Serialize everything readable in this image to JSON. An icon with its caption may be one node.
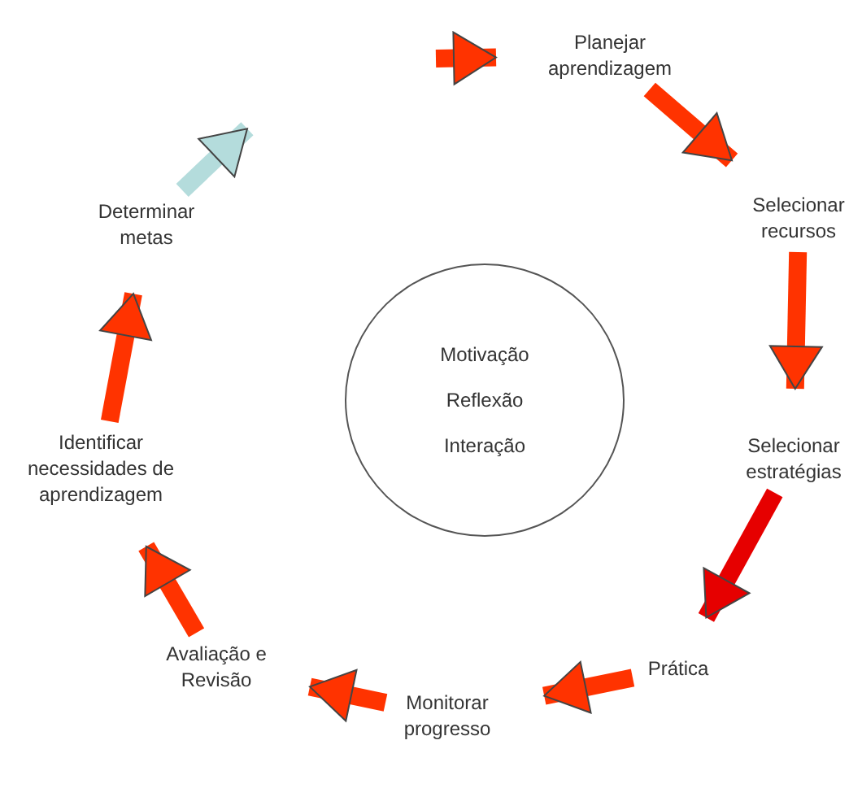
{
  "diagram": {
    "nodes": [
      {
        "text": [
          "Planejar aprendizagem"
        ]
      },
      {
        "text": [
          "Selecionar recursos"
        ]
      },
      {
        "text": [
          "Selecionar estratégias"
        ]
      },
      {
        "text": [
          "Prática"
        ]
      },
      {
        "text": [
          "Monitorar progresso"
        ]
      },
      {
        "text": [
          "Avaliação e Revisão"
        ]
      },
      {
        "text": [
          "Identificar necessidades de aprendizagem"
        ]
      },
      {
        "text": [
          "Determinar metas"
        ]
      },
      {
        "text": [
          "Motivação",
          "Reflexão",
          "Interação"
        ]
      }
    ],
    "edges": [
      {
        "from": 7,
        "to": null,
        "arrow": "to",
        "color": "#b4dcdc"
      },
      {
        "from": null,
        "to": 0,
        "arrow": "to"
      },
      {
        "from": 0,
        "to": 1,
        "arrow": "to"
      },
      {
        "from": 1,
        "to": 2,
        "arrow": "to"
      },
      {
        "from": 2,
        "to": 3,
        "arrow": "to",
        "color": "#e60000"
      },
      {
        "from": 3,
        "to": 4,
        "arrow": "to"
      },
      {
        "from": 4,
        "to": 5,
        "arrow": "to"
      },
      {
        "from": 5,
        "to": 6,
        "arrow": "to"
      },
      {
        "from": 6,
        "to": 7,
        "arrow": "to"
      }
    ]
  }
}
